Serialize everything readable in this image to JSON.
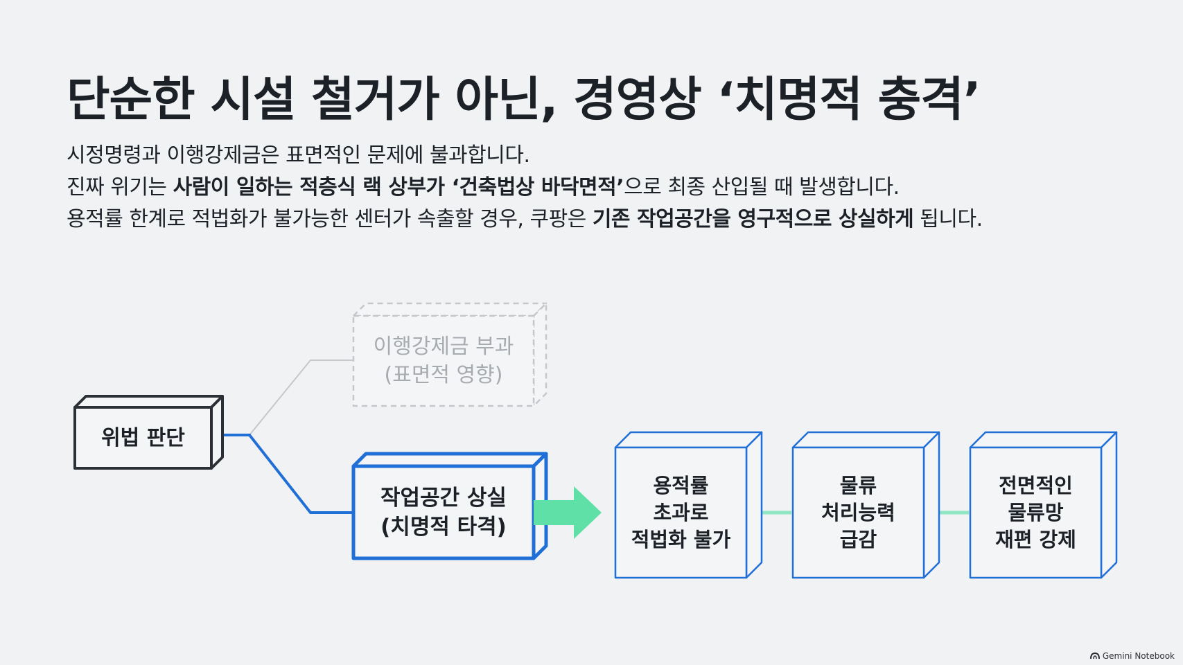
{
  "title": "단순한 시설 철거가 아닌, 경영상 ‘치명적 충격’",
  "body_lines": [
    [
      {
        "text": "시정명령과 이행강제금은 표면적인 문제에 불과합니다.",
        "bold": false
      }
    ],
    [
      {
        "text": "진짜 위기는 ",
        "bold": false
      },
      {
        "text": "사람이 일하는 적층식 랙 상부가 ‘건축법상 바닥면적’",
        "bold": true
      },
      {
        "text": "으로 최종 산입",
        "bold": false
      },
      {
        "text": "될 때 발생합니다.",
        "bold": false
      }
    ],
    [
      {
        "text": "용적률 한계로 적법화가 불가능한 센터가 속출할 경우, 쿠팡은 ",
        "bold": false
      },
      {
        "text": "기존 작업공간을 영구적으로 상실하게",
        "bold": true
      },
      {
        "text": " 됩니다.",
        "bold": false
      }
    ]
  ],
  "diagram": {
    "start": "위법 판단",
    "faded_box": "이행강제금 부과\n(표면적 영향)",
    "main_box": "작업공간 상실\n(치명적 타격)",
    "chain": [
      "용적률\n초과로\n적법화 불가",
      "물류\n처리능력\n급감",
      "전면적인\n물류망\n재편 강제"
    ]
  },
  "colors": {
    "blue": "#1f6fd6",
    "dark": "#2b2f36",
    "gray": "#c4c7cb",
    "green": "#5ee0a6",
    "connector": "#8ee6c2"
  },
  "footer": {
    "brand": "Gemini Notebook",
    "icon": "gemini-logo-icon"
  }
}
